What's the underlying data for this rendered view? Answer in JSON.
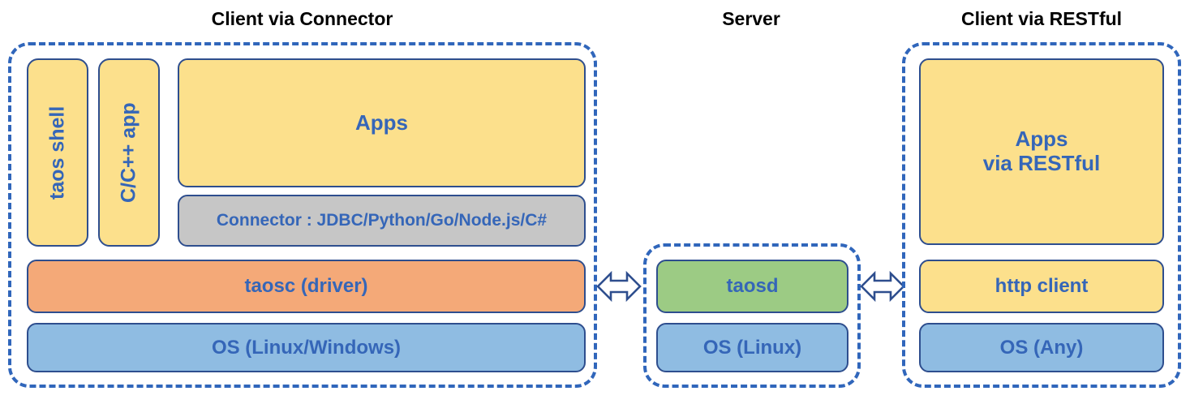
{
  "diagram": {
    "title_left": "Client via Connector",
    "title_middle": "Server",
    "title_right": "Client via RESTful",
    "colors": {
      "dashed_border": "#3066BB",
      "block_border": "#2E4E8E",
      "label_text": "#3566B8",
      "title_text": "#000000",
      "yellow": "#FCE08C",
      "orange": "#F4A978",
      "gray": "#C6C6C6",
      "blue": "#8FBCE2",
      "green": "#9CCB84",
      "background": "#FFFFFF"
    }
  },
  "client_connector": {
    "taos_shell": "taos shell",
    "c_cpp_app": "C/C++ app",
    "apps": "Apps",
    "connector": "Connector : JDBC/Python/Go/Node.js/C#",
    "taosc": "taosc (driver)",
    "os": "OS (Linux/Windows)"
  },
  "server": {
    "taosd": "taosd",
    "os": "OS (Linux)"
  },
  "client_restful": {
    "apps_line1": "Apps",
    "apps_line2": "via RESTful",
    "http_client": "http client",
    "os": "OS (Any)"
  },
  "connections": {
    "left_arrow": "double-headed-arrow",
    "right_arrow": "double-headed-arrow"
  }
}
